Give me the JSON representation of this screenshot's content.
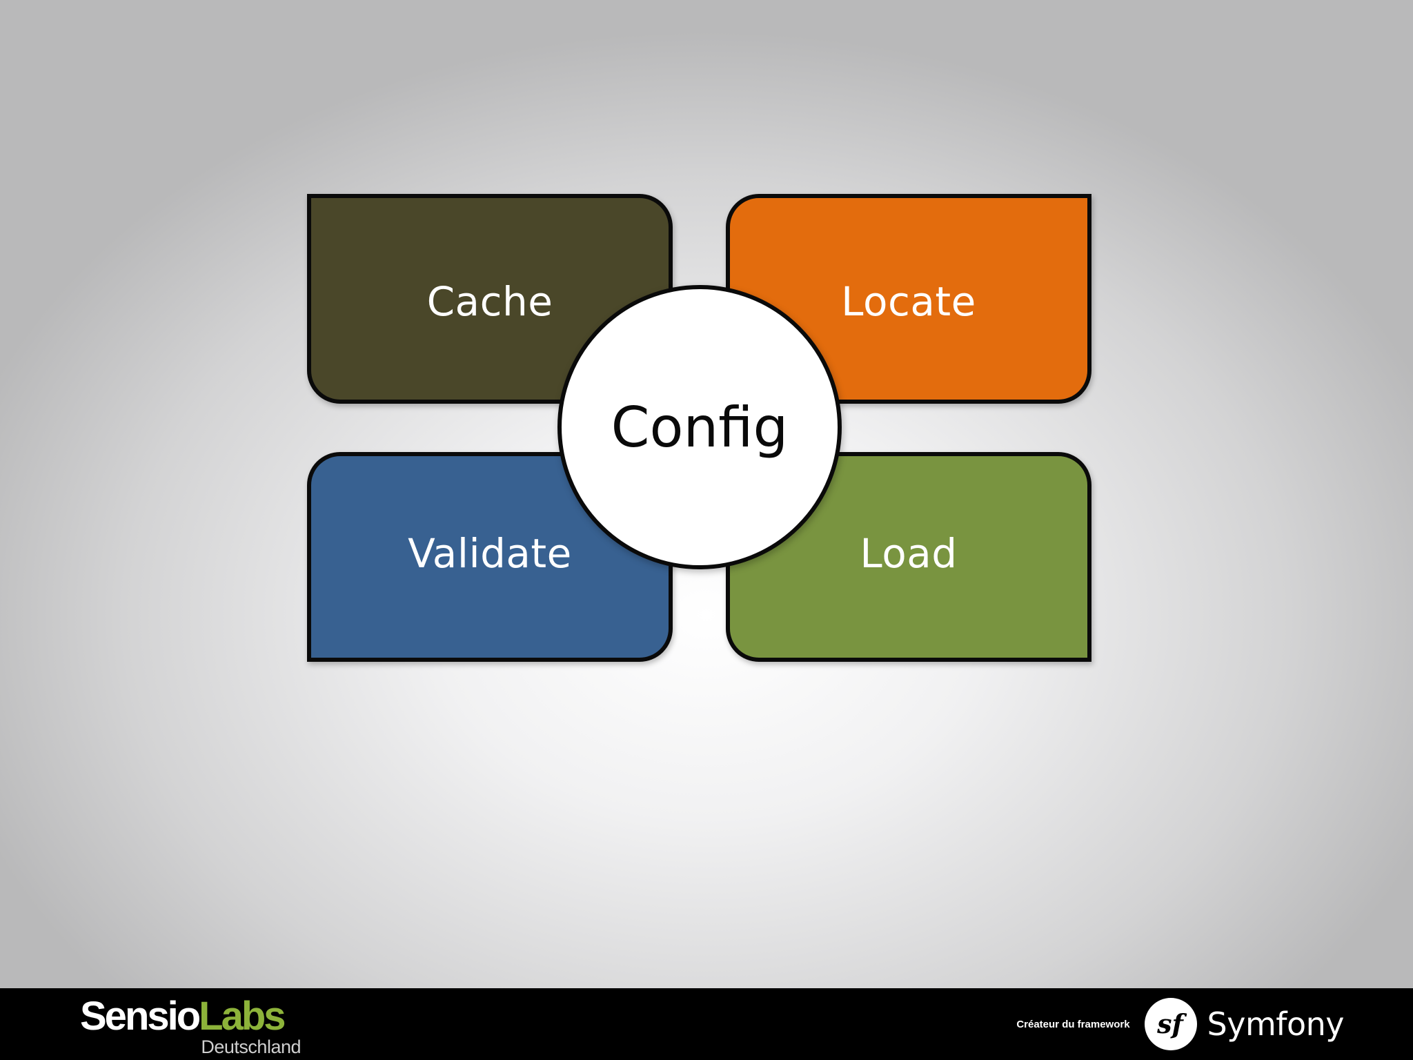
{
  "diagram": {
    "center": {
      "label": "Config"
    },
    "boxes": [
      {
        "id": "cache",
        "label": "Cache",
        "color": "#4a4729"
      },
      {
        "id": "locate",
        "label": "Locate",
        "color": "#e36c0d"
      },
      {
        "id": "validate",
        "label": "Validate",
        "color": "#386191"
      },
      {
        "id": "load",
        "label": "Load",
        "color": "#799440"
      }
    ],
    "border_color": "#0a0a0a"
  },
  "footer": {
    "brand_primary": "Sensio",
    "brand_secondary": "Labs",
    "brand_sub": "Deutschland",
    "brand_secondary_color": "#8db33a",
    "creator_text": "Créateur du framework",
    "product_name": "Symfony",
    "product_icon": "symfony-sf-icon"
  }
}
